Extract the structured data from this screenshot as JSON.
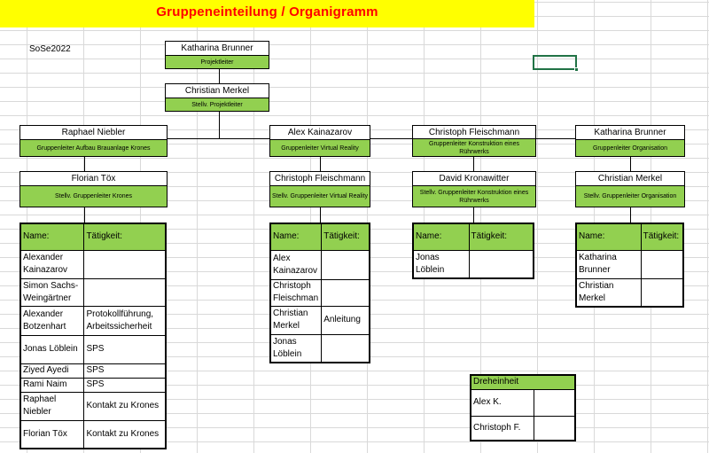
{
  "title": "Gruppeneinteilung / Organigramm",
  "semester": "SoSe2022",
  "colors": {
    "title_bg": "#ffff00",
    "title_text": "#ff0000",
    "role_bg": "#92d050",
    "selection": "#217346"
  },
  "org": {
    "leader": {
      "name": "Katharina Brunner",
      "role": "Projektleiter"
    },
    "deputy": {
      "name": "Christian Merkel",
      "role": "Stellv. Projektleiter"
    },
    "groups": [
      {
        "leader": {
          "name": "Raphael Niebler",
          "role": "Gruppenleiter Aufbau Brauanlage Krones"
        },
        "deputy": {
          "name": "Florian Töx",
          "role": "Stellv. Gruppenleiter Krones"
        },
        "table": {
          "header_name": "Name:",
          "header_task": "Tätigkeit:",
          "rows": [
            {
              "name": "Alexander Kainazarov",
              "task": ""
            },
            {
              "name": "Simon Sachs-Weingärtner",
              "task": ""
            },
            {
              "name": "Alexander Botzenhart",
              "task": "Protokollführung, Arbeitssicherheit"
            },
            {
              "name": "Jonas Löblein",
              "task": "SPS"
            },
            {
              "name": "Ziyed Ayedi",
              "task": "SPS"
            },
            {
              "name": "Rami Naim",
              "task": "SPS"
            },
            {
              "name": "Raphael Niebler",
              "task": "Kontakt zu Krones"
            },
            {
              "name": "Florian Töx",
              "task": "Kontakt zu Krones"
            }
          ]
        }
      },
      {
        "leader": {
          "name": "Alex Kainazarov",
          "role": "Gruppenleiter Virtual Reality"
        },
        "deputy": {
          "name": "Christoph Fleischmann",
          "role": "Stellv. Gruppenleiter Virtual Reality"
        },
        "table": {
          "header_name": "Name:",
          "header_task": "Tätigkeit:",
          "rows": [
            {
              "name": "Alex Kainazarov",
              "task": ""
            },
            {
              "name": "Christoph Fleischman",
              "task": ""
            },
            {
              "name": "Christian Merkel",
              "task": "Anleitung"
            },
            {
              "name": "Jonas Löblein",
              "task": ""
            }
          ]
        }
      },
      {
        "leader": {
          "name": "Christoph Fleischmann",
          "role": "Gruppenleiter Konstruktion eines Rührwerks"
        },
        "deputy": {
          "name": "David Kronawitter",
          "role": "Stellv. Gruppenleiter Konstruktion eines Rührwerks"
        },
        "table": {
          "header_name": "Name:",
          "header_task": "Tätigkeit:",
          "rows": [
            {
              "name": "Jonas Löblein",
              "task": ""
            }
          ]
        }
      },
      {
        "leader": {
          "name": "Katharina Brunner",
          "role": "Gruppenleiter Organisation"
        },
        "deputy": {
          "name": "Christian Merkel",
          "role": "Stellv. Gruppenleiter Organisation"
        },
        "table": {
          "header_name": "Name:",
          "header_task": "Tätigkeit:",
          "rows": [
            {
              "name": "Katharina Brunner",
              "task": ""
            },
            {
              "name": "Christian Merkel",
              "task": ""
            }
          ]
        }
      }
    ]
  },
  "dreheinheit": {
    "title": "Dreheinheit",
    "rows": [
      {
        "name": "Alex K.",
        "value": ""
      },
      {
        "name": "Christoph F.",
        "value": ""
      }
    ]
  }
}
